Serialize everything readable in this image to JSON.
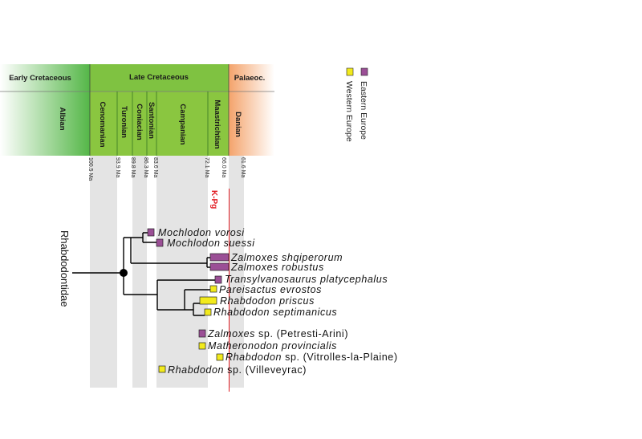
{
  "timescale": {
    "eras": [
      {
        "label": "Early Cretaceous",
        "color": "#55b748"
      },
      {
        "label": "Late Cretaceous",
        "color": "#7fc241"
      },
      {
        "label": "Palaeoc.",
        "color": "#f4a36b"
      }
    ],
    "stages": [
      {
        "label": "Albian"
      },
      {
        "label": "Cenomanian"
      },
      {
        "label": "Turonian"
      },
      {
        "label": "Coniacian"
      },
      {
        "label": "Santonian"
      },
      {
        "label": "Campanian"
      },
      {
        "label": "Maastrichtian"
      },
      {
        "label": "Danian"
      }
    ],
    "ages": [
      "100.5 Ma",
      "93.9 Ma",
      "89.8 Ma",
      "86.3 Ma",
      "83.6 Ma",
      "72.1 Ma",
      "66.0 Ma",
      "61.6 Ma"
    ],
    "boundary_label": "K-Pg",
    "boundary_color": "#e11b22"
  },
  "legend": {
    "items": [
      {
        "label": "Eastern Europe",
        "color": "#9b4f96"
      },
      {
        "label": "Western Europe",
        "color": "#f2ea1d"
      }
    ]
  },
  "clade": {
    "label": "Rhabdodontidae"
  },
  "taxa": [
    {
      "genus": "Mochlodon",
      "rest": " vorosi",
      "rest_italic": true,
      "region": "Eastern Europe"
    },
    {
      "genus": "Mochlodon",
      "rest": " suessi",
      "rest_italic": true,
      "region": "Eastern Europe"
    },
    {
      "genus": "Zalmoxes",
      "rest": " shqiperorum",
      "rest_italic": true,
      "region": "Eastern Europe"
    },
    {
      "genus": "Zalmoxes",
      "rest": " robustus",
      "rest_italic": true,
      "region": "Eastern Europe"
    },
    {
      "genus": "Transylvanosaurus",
      "rest": " platycephalus",
      "rest_italic": true,
      "region": "Eastern Europe"
    },
    {
      "genus": "Pareisactus",
      "rest": " evrostos",
      "rest_italic": true,
      "region": "Western Europe"
    },
    {
      "genus": "Rhabdodon",
      "rest": " priscus",
      "rest_italic": true,
      "region": "Western Europe"
    },
    {
      "genus": "Rhabdodon",
      "rest": " septimanicus",
      "rest_italic": true,
      "region": "Western Europe"
    },
    {
      "genus": "Zalmoxes",
      "rest": " sp. (Petresti-Arini)",
      "rest_italic": false,
      "region": "Eastern Europe"
    },
    {
      "genus": "Matheronodon",
      "rest": " provincialis",
      "rest_italic": true,
      "region": "Western Europe"
    },
    {
      "genus": "Rhabdodon",
      "rest": " sp. (Vitrolles-la-Plaine)",
      "rest_italic": false,
      "region": "Western Europe"
    },
    {
      "genus": "Rhabdodon",
      "rest": " sp. (Villeveyrac)",
      "rest_italic": false,
      "region": "Western Europe"
    }
  ]
}
